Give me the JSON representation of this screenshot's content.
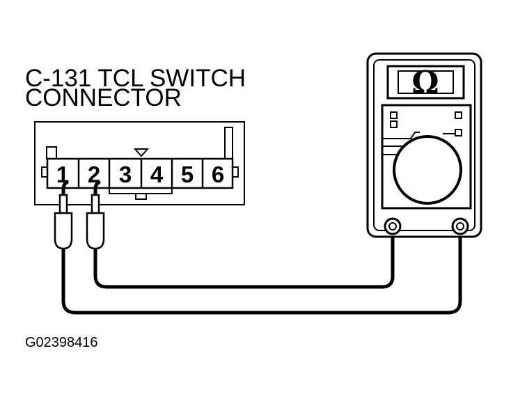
{
  "title": {
    "line1": "C-131 TCL SWITCH",
    "line2": "CONNECTOR"
  },
  "connector": {
    "pins": [
      "1",
      "2",
      "3",
      "4",
      "5",
      "6"
    ]
  },
  "meter": {
    "display": "Ω"
  },
  "figure_id": "G02398416"
}
